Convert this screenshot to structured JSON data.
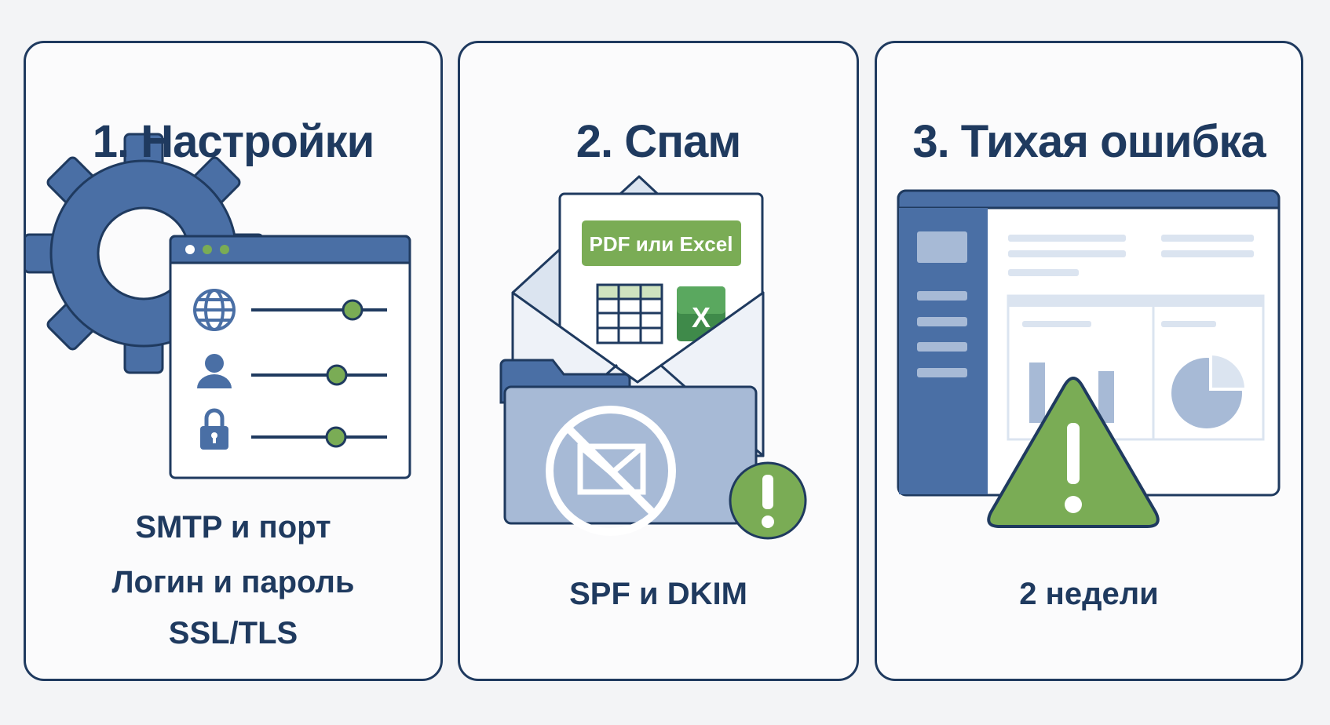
{
  "panels": [
    {
      "title": "1. Настройки",
      "illustration": "gear-icon with settings-window (globe-icon, user-icon, lock-icon, sliders)",
      "lines": [
        "SMTP и порт",
        "Логин и пароль",
        "SSL/TLS"
      ]
    },
    {
      "title": "2. Спам",
      "illustration": "open envelope with attachment sheet, excel-icon, spam-folder, blocked-mail-icon, warning-badge",
      "attachment_label": "PDF или Excel",
      "excel_letter": "X",
      "lines": [
        "SPF и DKIM"
      ]
    },
    {
      "title": "3. Тихая ошибка",
      "illustration": "dashboard-window with bar-chart and pie-chart, warning-triangle-icon",
      "lines": [
        "2 недели"
      ]
    }
  ],
  "colors": {
    "navy": "#1f3a5f",
    "steel_blue": "#4a6fa5",
    "light_blue": "#a7bad6",
    "pale_blue": "#dbe4f0",
    "green": "#7aac55",
    "white": "#ffffff"
  }
}
